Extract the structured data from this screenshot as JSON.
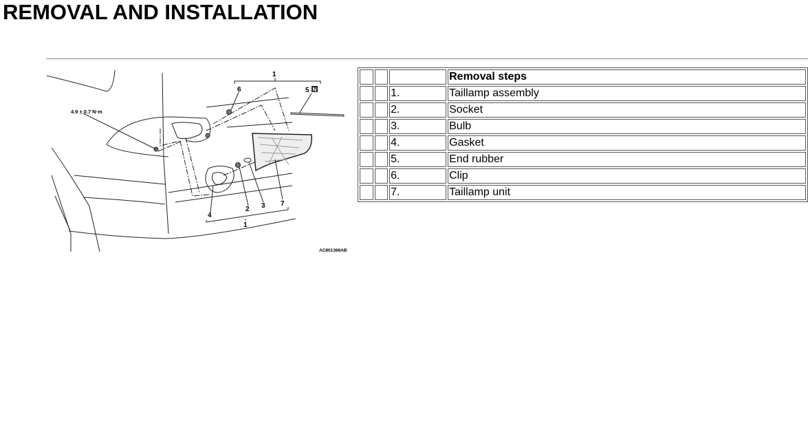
{
  "title": "REMOVAL AND INSTALLATION",
  "figure": {
    "torque": "4.9 ± 0.7 N·m",
    "labels": {
      "l1_top": "1",
      "l1_bottom": "1",
      "l2": "2",
      "l3": "3",
      "l4": "4",
      "l5": "5",
      "l5_badge": "N",
      "l6": "6",
      "l7": "7"
    },
    "code": "AC801368AB"
  },
  "table": {
    "header": "Removal steps",
    "rows": [
      {
        "num": "1.",
        "text": "Taillamp assembly"
      },
      {
        "num": "2.",
        "text": "Socket"
      },
      {
        "num": "3.",
        "text": "Bulb"
      },
      {
        "num": "4.",
        "text": "Gasket"
      },
      {
        "num": "5.",
        "text": "End rubber"
      },
      {
        "num": "6.",
        "text": "Clip"
      },
      {
        "num": "7.",
        "text": "Taillamp unit"
      }
    ]
  }
}
